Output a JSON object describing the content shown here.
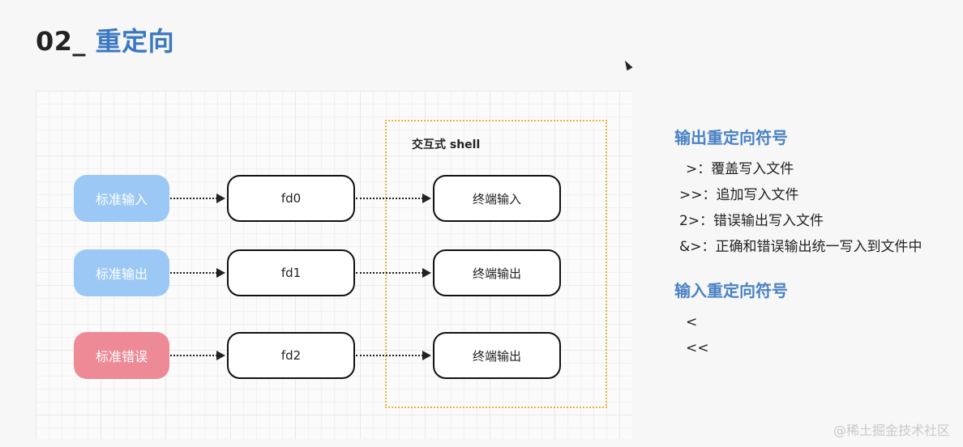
{
  "title": {
    "prefix": "02_",
    "main": "重定向"
  },
  "diagram": {
    "shell_label": "交互式 shell",
    "rows": [
      {
        "source": "标准输入",
        "fd": "fd0",
        "terminal": "终端输入",
        "source_color": "#9cc8f5"
      },
      {
        "source": "标准输出",
        "fd": "fd1",
        "terminal": "终端输出",
        "source_color": "#9cc8f5"
      },
      {
        "source": "标准错误",
        "fd": "fd2",
        "terminal": "终端输出",
        "source_color": "#ee8a96"
      }
    ]
  },
  "output_section": {
    "heading": "输出重定向符号",
    "items": [
      " >：覆盖写入文件",
      ">>：追加写入文件",
      "2>：错误输出写入文件",
      "&>：正确和错误输出统一写入到文件中"
    ]
  },
  "input_section": {
    "heading": "输入重定向符号",
    "items": [
      "<",
      "<<"
    ]
  },
  "watermark": "@稀土掘金技术社区",
  "colors": {
    "title_accent": "#3a78c2",
    "heading": "#4a82c4",
    "stdin_stdout": "#9cc8f5",
    "stderr": "#ee8a96",
    "shell_border": "#e5b43c"
  }
}
